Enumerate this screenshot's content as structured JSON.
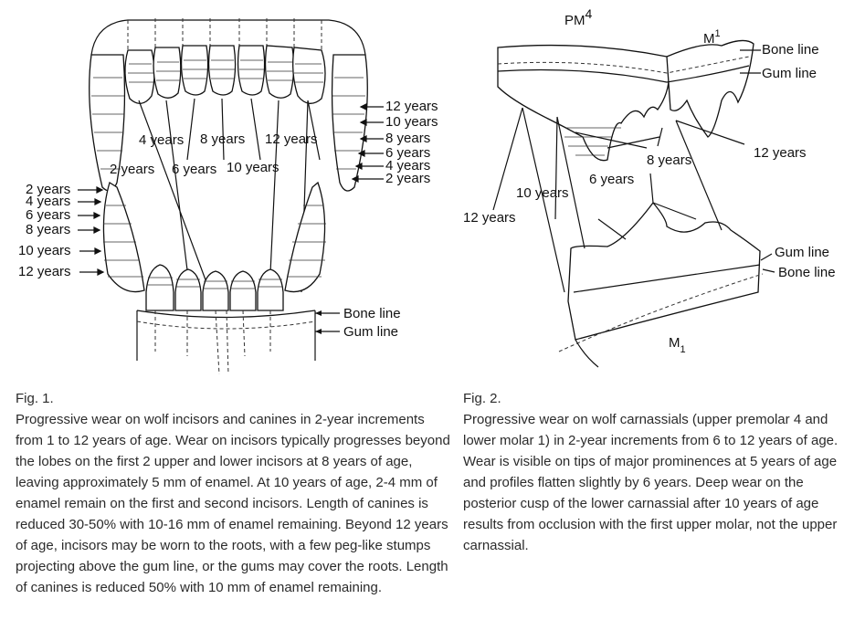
{
  "fig1": {
    "labels": {
      "right_12": "12 years",
      "right_10": "10 years",
      "right_8": "8 years",
      "right_6": "6 years",
      "right_4": "4 years",
      "right_2": "2 years",
      "left_2": "2 years",
      "left_4": "4 years",
      "left_6": "6 years",
      "left_8": "8 years",
      "left_10": "10 years",
      "left_12": "12 years",
      "mid_4": "4 years",
      "mid_8": "8 years",
      "mid_12": "12 years",
      "mid_2": "2 years",
      "mid_6": "6 years",
      "mid_10": "10 years",
      "bone_line": "Bone line",
      "gum_line": "Gum line"
    },
    "caption_title": "Fig. 1.",
    "caption_text": "Progressive wear on wolf incisors and canines in 2-year increments from 1 to 12 years of age. Wear on incisors typically progresses beyond the lobes on the first 2 upper and lower incisors at 8 years of age, leaving approximately 5 mm of enamel. At 10 years of age, 2-4 mm of enamel remain on the first and second incisors. Length of canines is reduced 30-50% with 10-16 mm of enamel remaining. Beyond 12 years of age, incisors may be worn to the roots, with a few peg-like stumps projecting above the gum line, or the gums may cover the roots. Length of canines is reduced 50% with 10 mm of enamel remaining."
  },
  "fig2": {
    "labels": {
      "pm4": "PM",
      "pm4_sup": "4",
      "m1_upper": "M",
      "m1_upper_sup": "1",
      "bone_line_top": "Bone line",
      "gum_line_top": "Gum line",
      "years_12_right": "12 years",
      "years_8": "8 years",
      "years_6": "6 years",
      "years_10": "10 years",
      "years_12_left": "12 years",
      "gum_line_bottom": "Gum line",
      "bone_line_bottom": "Bone line",
      "m1_lower": "M",
      "m1_lower_sub": "1"
    },
    "caption_title": "Fig. 2.",
    "caption_text": "Progressive wear on wolf carnassials (upper premolar 4 and lower molar 1) in 2-year increments from 6 to 12 years of age. Wear is visible on tips of major prominences at 5 years of age and profiles flatten slightly by 6 years. Deep wear on the posterior cusp of the lower carnassial after 10 years of age results from occlusion with the first upper molar, not the upper carnassial."
  }
}
